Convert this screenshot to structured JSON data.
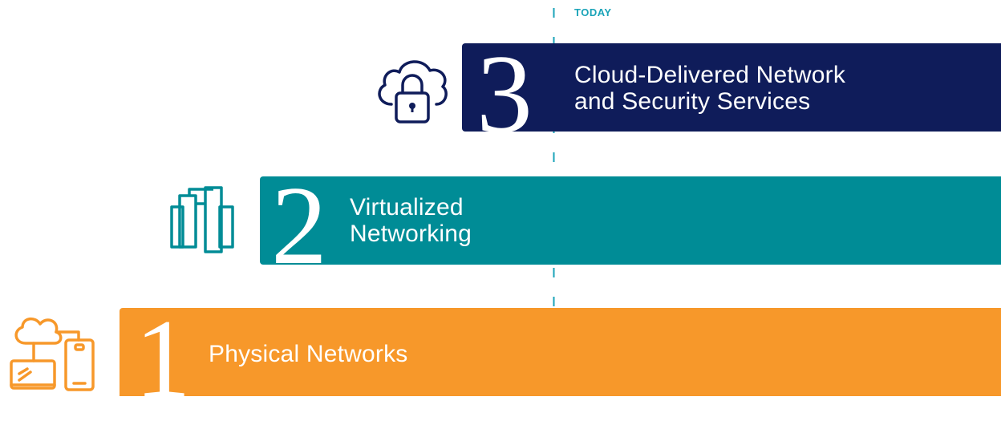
{
  "timeline": {
    "marker_label": "TODAY",
    "stages": [
      {
        "number": "3",
        "label": "Cloud-Delivered Network and Security Services",
        "label_line1": "Cloud-Delivered Network",
        "label_line2": "and Security Services",
        "color": "#0f1c5a",
        "icon": "cloud-lock-icon"
      },
      {
        "number": "2",
        "label": "Virtualized Networking",
        "label_line1": "Virtualized",
        "label_line2": "Networking",
        "color": "#008c96",
        "icon": "server-columns-icon"
      },
      {
        "number": "1",
        "label": "Physical Networks",
        "color": "#f7982a",
        "icon": "cloud-devices-icon"
      }
    ],
    "marker_color": "#1aa3b8"
  }
}
